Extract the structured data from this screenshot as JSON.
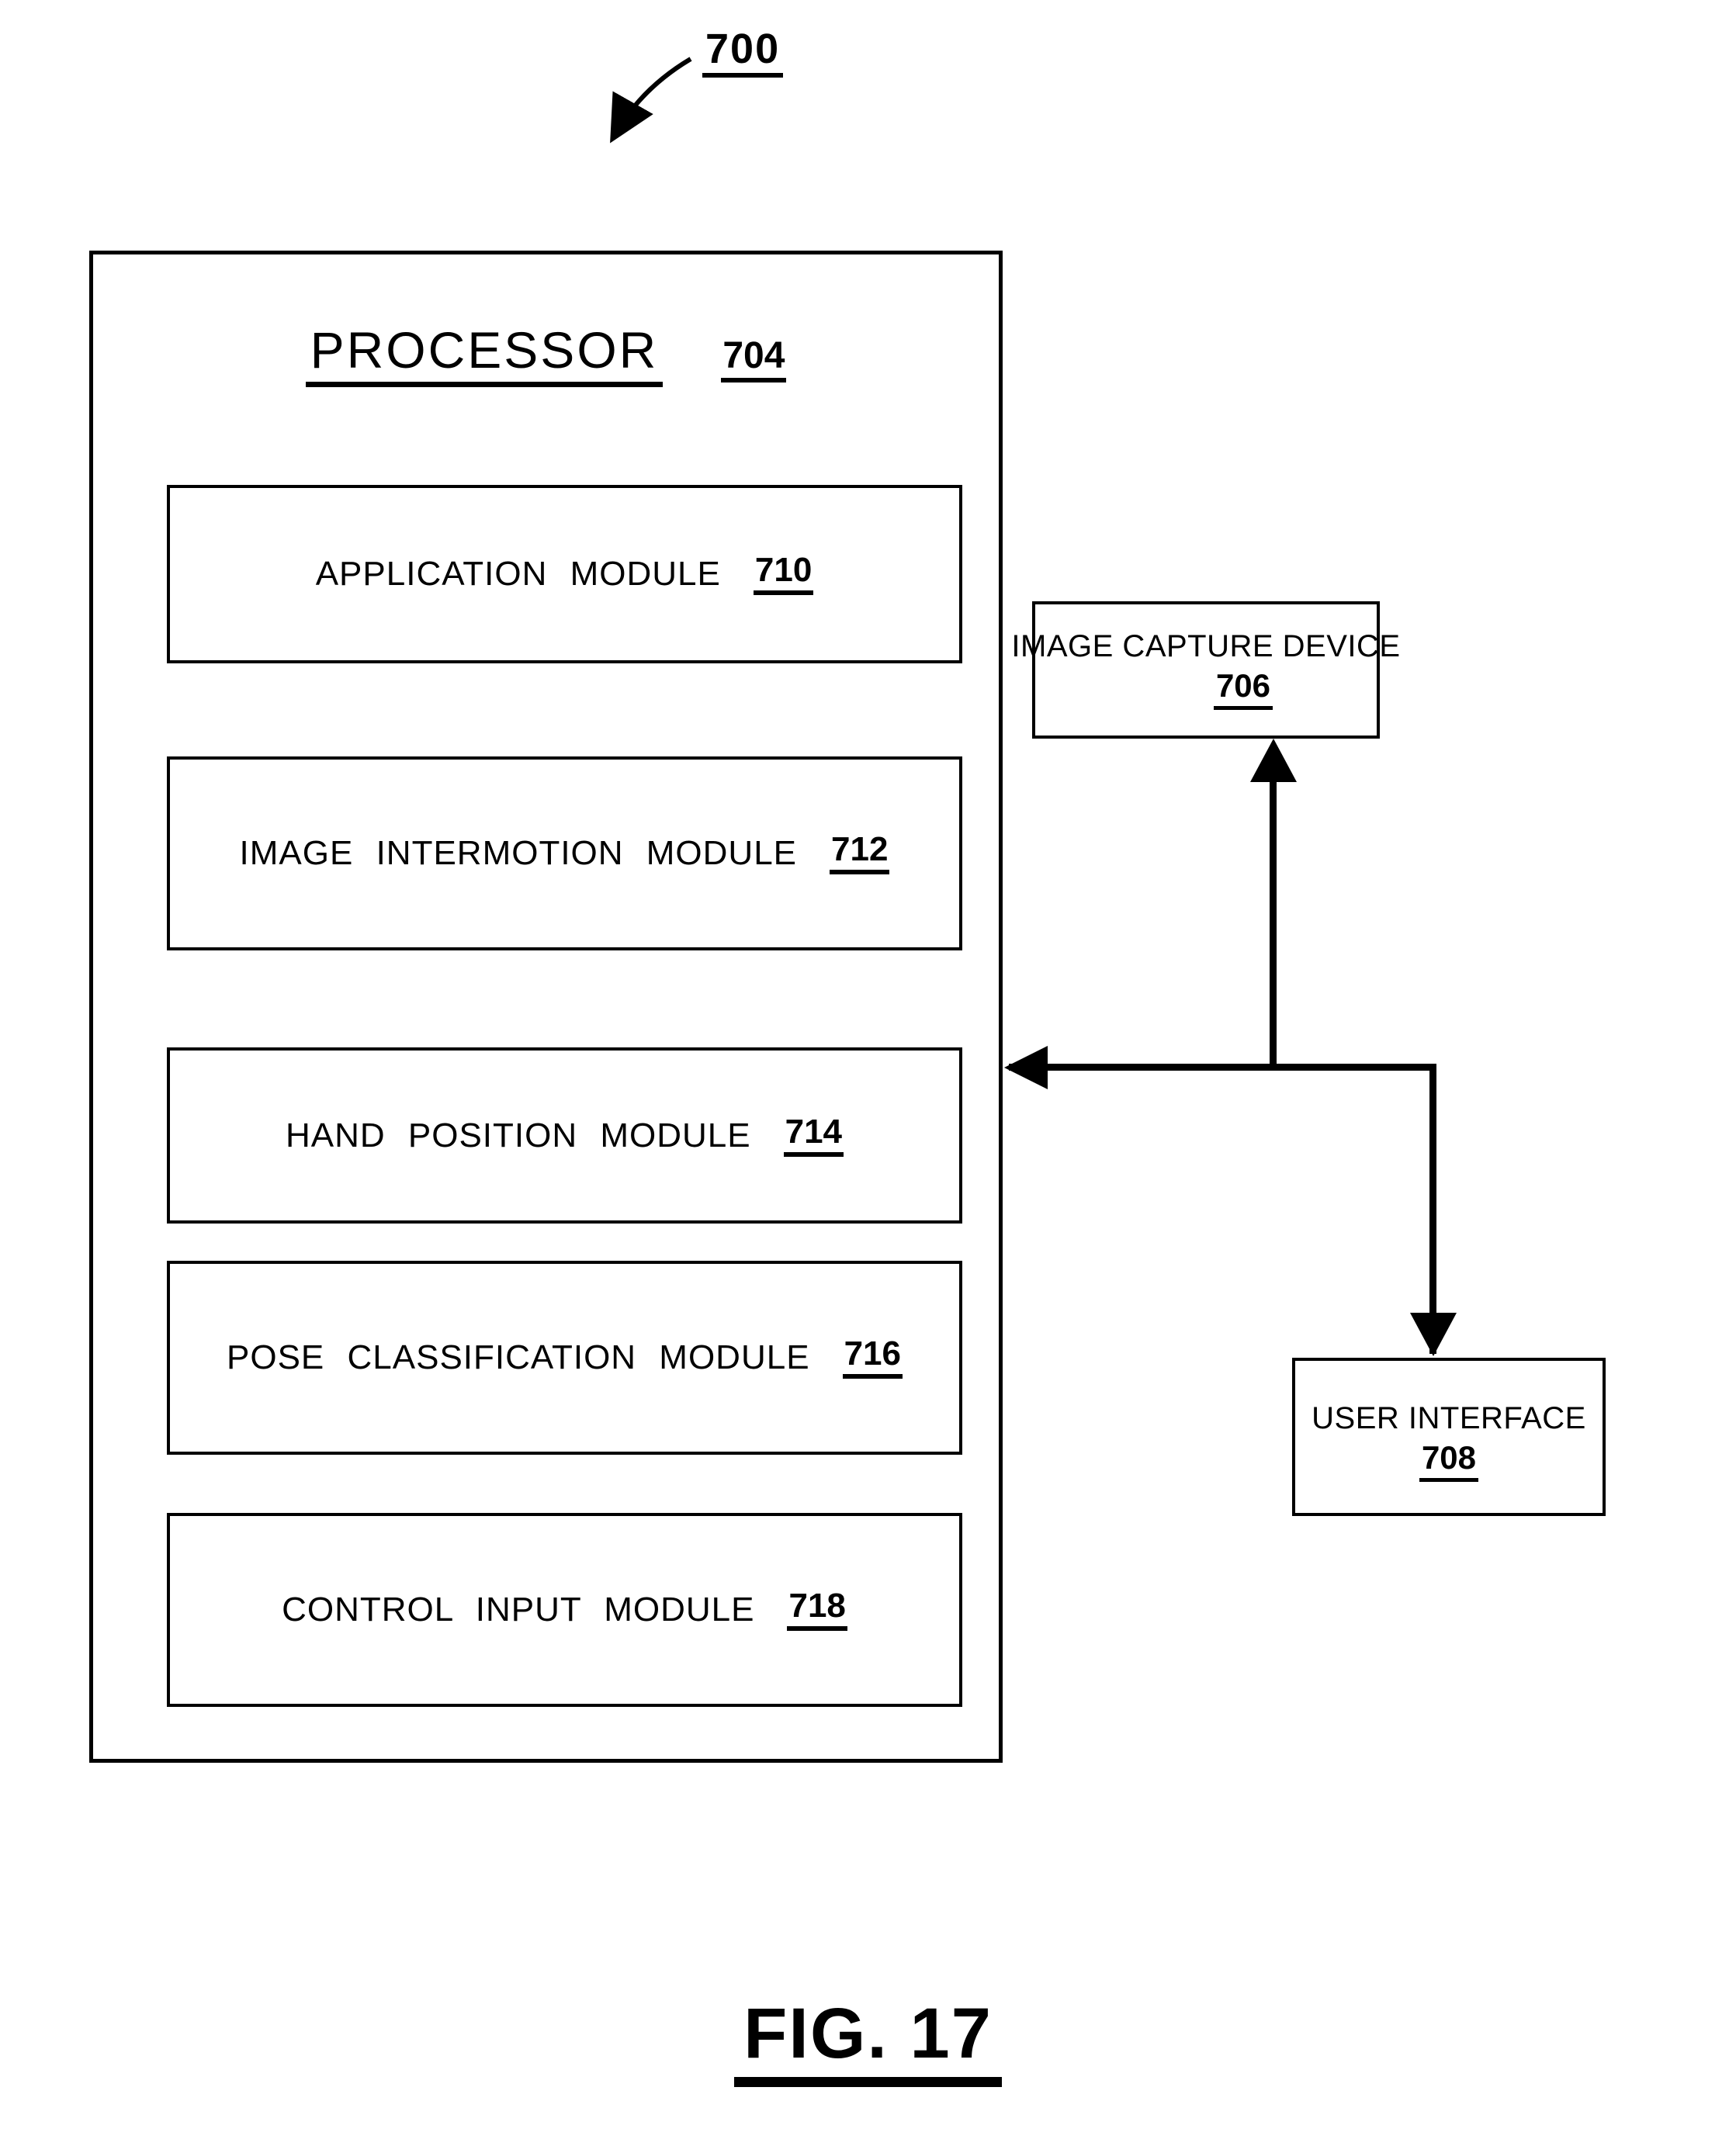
{
  "figure": {
    "reference_label": "700",
    "caption": "FIG. 17"
  },
  "processor": {
    "title": "PROCESSOR",
    "ref": "704",
    "modules": [
      {
        "label": "APPLICATION MODULE",
        "ref": "710"
      },
      {
        "label": "IMAGE INTERMOTION MODULE",
        "ref": "712"
      },
      {
        "label": "HAND POSITION MODULE",
        "ref": "714"
      },
      {
        "label": "POSE CLASSIFICATION MODULE",
        "ref": "716"
      },
      {
        "label": "CONTROL INPUT MODULE",
        "ref": "718"
      }
    ]
  },
  "image_capture_device": {
    "label": "IMAGE CAPTURE DEVICE",
    "ref": "706"
  },
  "user_interface": {
    "label": "USER INTERFACE",
    "ref": "708"
  },
  "colors": {
    "line": "#000000",
    "background": "#ffffff"
  }
}
